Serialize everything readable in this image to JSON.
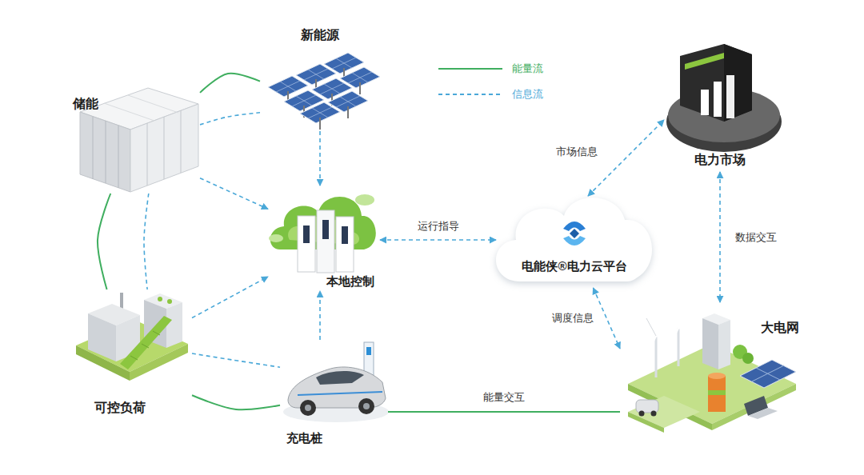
{
  "diagram": {
    "nodes": [
      {
        "text": [
          "新能源"
        ]
      },
      {
        "text": [
          "储能"
        ]
      },
      {
        "text": [
          "电力市场"
        ]
      },
      {
        "text": [
          "本地控制"
        ]
      },
      {
        "text": [
          "电能侠®电力云平台"
        ]
      },
      {
        "text": [
          "可控负荷"
        ]
      },
      {
        "text": [
          "大电网"
        ]
      },
      {
        "text": [
          "充电桩"
        ]
      }
    ],
    "edges": [
      {
        "from": 1,
        "to": 0,
        "arrow": "none"
      },
      {
        "from": 1,
        "to": 0,
        "arrow": "none"
      },
      {
        "from": 0,
        "to": 3,
        "arrow": "to"
      },
      {
        "from": 1,
        "to": 3,
        "arrow": "to"
      },
      {
        "from": 1,
        "to": 5,
        "arrow": "none"
      },
      {
        "from": 1,
        "to": 5,
        "arrow": "none"
      },
      {
        "from": 5,
        "to": 3,
        "arrow": "to"
      },
      {
        "from": 7,
        "to": 3,
        "arrow": "to"
      },
      {
        "from": 5,
        "to": 7,
        "arrow": "none"
      },
      {
        "from": 5,
        "to": 7,
        "arrow": "none"
      },
      {
        "from": 3,
        "to": 4,
        "label": "运行指导",
        "arrow": "both"
      },
      {
        "from": 4,
        "to": 2,
        "label": "市场信息",
        "arrow": "both"
      },
      {
        "from": 2,
        "to": 6,
        "label": "数据交互",
        "arrow": "both"
      },
      {
        "from": 4,
        "to": 6,
        "label": "调度信息",
        "arrow": "both"
      },
      {
        "from": 7,
        "to": 6,
        "label": "能量交互",
        "arrow": "none"
      }
    ],
    "legend": [
      {
        "text": "能量流"
      },
      {
        "text": "信息流"
      }
    ]
  }
}
